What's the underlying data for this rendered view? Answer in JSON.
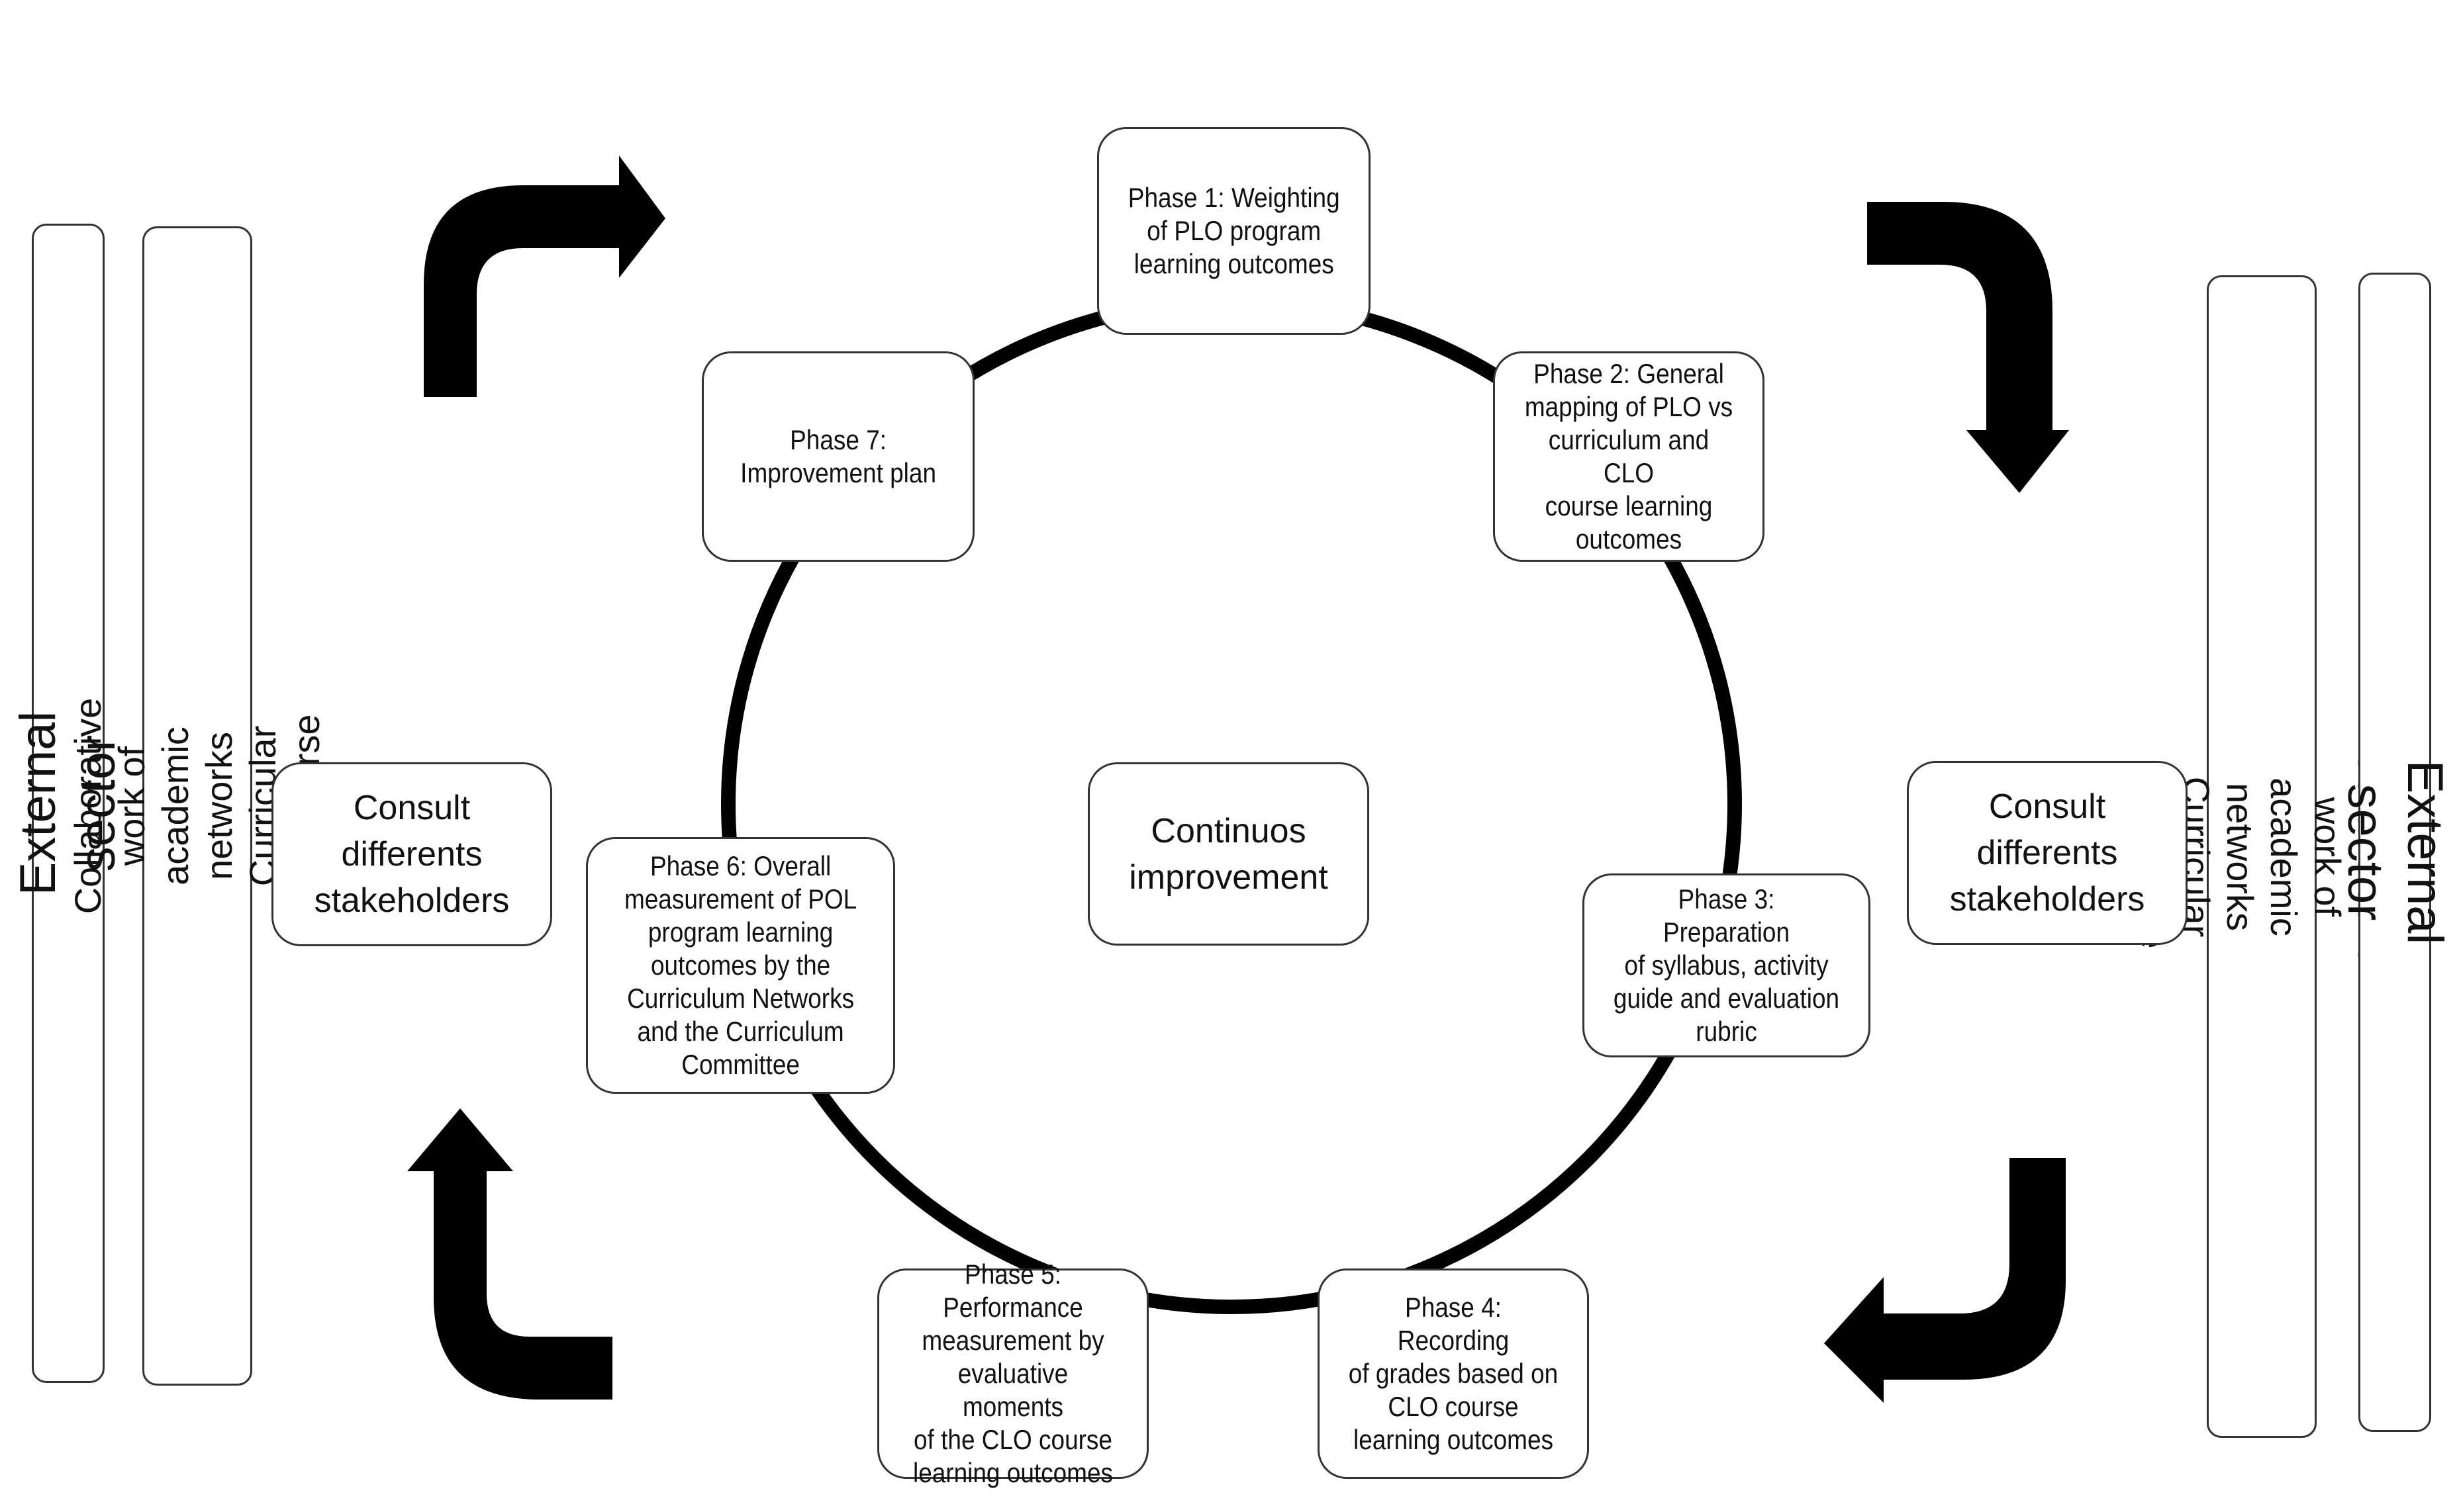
{
  "center": {
    "label": "Continuos\nimprovement"
  },
  "phases": [
    "Phase 1: Weighting\nof PLO program\nlearning outcomes",
    "Phase 2: General\nmapping of PLO vs\ncurriculum and CLO\ncourse learning\noutcomes",
    "Phase 3: Preparation\nof syllabus, activity\nguide and evaluation\nrubric",
    "Phase 4: Recording\nof grades based on\nCLO course\nlearning outcomes",
    "Phase 5:\nPerformance\nmeasurement by\nevaluative moments\nof the CLO course\nlearning outcomes",
    "Phase 6: Overall\nmeasurement of POL\nprogram learning\noutcomes by the\nCurriculum Networks\nand the Curriculum\nCommittee",
    "Phase 7:\nImprovement plan"
  ],
  "left": {
    "sector": "External sector",
    "collab": "Collaborative work of academic networks\nCurricular and course",
    "consult": "Consult\ndifferents\nstakeholders"
  },
  "right": {
    "sector": "External sector",
    "collab": "Collaborative work of academic networks\nCurricular and course",
    "consult": "Consult\ndifferents\nstakeholders"
  }
}
